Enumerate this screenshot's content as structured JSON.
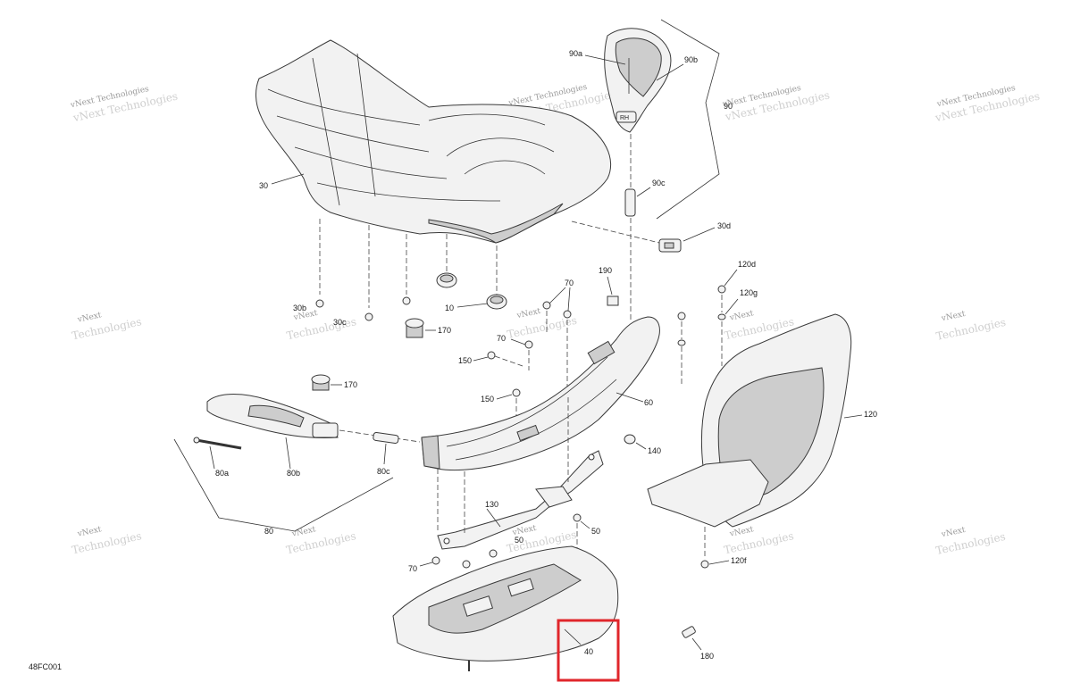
{
  "diagram_code": "48FC001",
  "watermark": {
    "line1": "vNext Technologies",
    "line2a": "vNext",
    "line2b": "Technologies"
  },
  "labels": {
    "p90a": "90a",
    "p90b": "90b",
    "p90": "90",
    "p90c": "90c",
    "p30": "30",
    "p30d": "30d",
    "p30b": "30b",
    "p30c": "30c",
    "p10": "10",
    "p190": "190",
    "p70a": "70",
    "p70b": "70",
    "p70c": "70",
    "p120d": "120d",
    "p120g": "120g",
    "p170a": "170",
    "p170b": "170",
    "p150a": "150",
    "p150b": "150",
    "p60": "60",
    "p120": "120",
    "p140": "140",
    "p80a": "80a",
    "p80b": "80b",
    "p80c": "80c",
    "p80": "80",
    "p130": "130",
    "p50a": "50",
    "p50b": "50",
    "p120f": "120f",
    "p40": "40",
    "p180": "180"
  },
  "highlight": {
    "target": "40",
    "color": "#e0262b"
  }
}
